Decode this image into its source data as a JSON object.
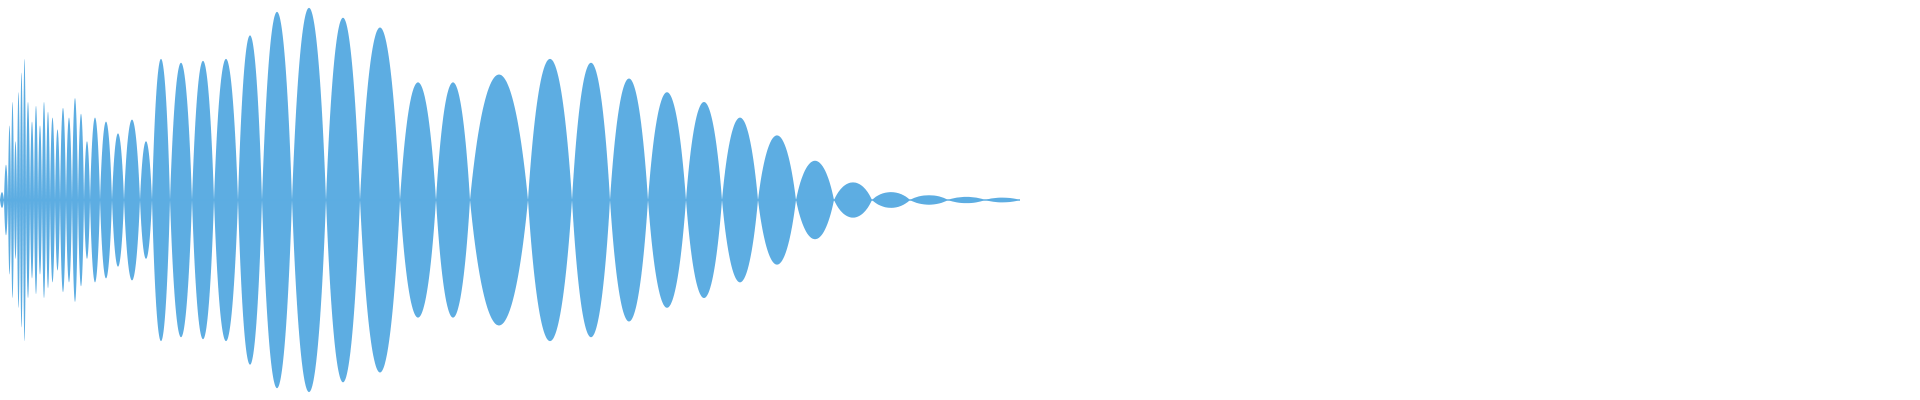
{
  "waveform": {
    "color": "#5DADE2",
    "background": "#ffffff",
    "envelope": [
      [
        0,
        0.02
      ],
      [
        5,
        0.06
      ],
      [
        12,
        0.25
      ],
      [
        20,
        0.55
      ],
      [
        25,
        0.72
      ],
      [
        32,
        0.55
      ],
      [
        40,
        0.5
      ],
      [
        50,
        0.45
      ],
      [
        60,
        0.55
      ],
      [
        70,
        0.45
      ],
      [
        80,
        0.48
      ],
      [
        90,
        0.4
      ],
      [
        100,
        0.44
      ],
      [
        110,
        0.4
      ],
      [
        120,
        0.42
      ],
      [
        130,
        0.41
      ],
      [
        140,
        0.4
      ],
      [
        150,
        0.46
      ],
      [
        160,
        0.72
      ],
      [
        170,
        0.68
      ],
      [
        180,
        0.73
      ],
      [
        190,
        0.74
      ],
      [
        200,
        0.75
      ],
      [
        210,
        0.73
      ],
      [
        220,
        0.78
      ],
      [
        230,
        0.85
      ],
      [
        240,
        0.92
      ],
      [
        250,
        0.96
      ],
      [
        260,
        0.92
      ],
      [
        270,
        0.97
      ],
      [
        280,
        0.99
      ],
      [
        290,
        0.98
      ],
      [
        300,
        0.97
      ],
      [
        310,
        0.96
      ],
      [
        320,
        0.97
      ],
      [
        330,
        0.93
      ],
      [
        340,
        0.9
      ],
      [
        350,
        0.88
      ],
      [
        360,
        0.82
      ],
      [
        370,
        0.78
      ],
      [
        380,
        0.75
      ],
      [
        390,
        0.7
      ],
      [
        400,
        0.62
      ],
      [
        410,
        0.6
      ],
      [
        420,
        0.58
      ],
      [
        430,
        0.56
      ],
      [
        440,
        0.7
      ],
      [
        450,
        0.72
      ],
      [
        460,
        0.68
      ],
      [
        470,
        0.7
      ],
      [
        480,
        0.68
      ],
      [
        490,
        0.65
      ],
      [
        500,
        0.6
      ],
      [
        510,
        0.63
      ],
      [
        520,
        0.6
      ],
      [
        530,
        0.58
      ],
      [
        540,
        0.55
      ],
      [
        550,
        0.56
      ],
      [
        560,
        0.54
      ],
      [
        570,
        0.52
      ],
      [
        580,
        0.5
      ],
      [
        590,
        0.47
      ],
      [
        600,
        0.45
      ],
      [
        610,
        0.43
      ],
      [
        620,
        0.41
      ],
      [
        630,
        0.39
      ],
      [
        640,
        0.35
      ],
      [
        650,
        0.32
      ],
      [
        660,
        0.28
      ],
      [
        670,
        0.25
      ],
      [
        680,
        0.22
      ],
      [
        690,
        0.2
      ],
      [
        700,
        0.17
      ],
      [
        720,
        0.14
      ],
      [
        740,
        0.11
      ],
      [
        760,
        0.09
      ],
      [
        780,
        0.07
      ],
      [
        800,
        0.055
      ],
      [
        820,
        0.05
      ],
      [
        840,
        0.045
      ],
      [
        860,
        0.04
      ],
      [
        880,
        0.035
      ],
      [
        900,
        0.03
      ],
      [
        920,
        0.025
      ],
      [
        940,
        0.02
      ],
      [
        960,
        0.017
      ],
      [
        980,
        0.015
      ],
      [
        1000,
        0.013
      ],
      [
        1020,
        0.01
      ]
    ],
    "cycles": [
      [
        0,
        4,
        0.04
      ],
      [
        4,
        8,
        0.18
      ],
      [
        8,
        11,
        0.38
      ],
      [
        11,
        14,
        0.5
      ],
      [
        14,
        17,
        0.3
      ],
      [
        17,
        20,
        0.55
      ],
      [
        20,
        23,
        0.65
      ],
      [
        23,
        26,
        0.72
      ],
      [
        26,
        30,
        0.5
      ],
      [
        30,
        34,
        0.4
      ],
      [
        34,
        38,
        0.48
      ],
      [
        38,
        42,
        0.38
      ],
      [
        42,
        46,
        0.5
      ],
      [
        46,
        50,
        0.45
      ],
      [
        50,
        55,
        0.42
      ],
      [
        55,
        60,
        0.36
      ],
      [
        60,
        66,
        0.47
      ],
      [
        66,
        72,
        0.42
      ],
      [
        72,
        78,
        0.52
      ],
      [
        78,
        84,
        0.44
      ],
      [
        84,
        90,
        0.3
      ],
      [
        90,
        100,
        0.42
      ],
      [
        100,
        112,
        0.4
      ],
      [
        112,
        124,
        0.34
      ],
      [
        124,
        140,
        0.41
      ],
      [
        140,
        152,
        0.3
      ],
      [
        152,
        170,
        0.72
      ],
      [
        170,
        192,
        0.7
      ],
      [
        192,
        214,
        0.71
      ],
      [
        214,
        238,
        0.72
      ],
      [
        238,
        262,
        0.84
      ],
      [
        262,
        292,
        0.96
      ],
      [
        292,
        326,
        0.98
      ],
      [
        326,
        360,
        0.93
      ],
      [
        360,
        400,
        0.88
      ],
      [
        400,
        436,
        0.6
      ],
      [
        436,
        470,
        0.6
      ],
      [
        470,
        528,
        0.64
      ],
      [
        528,
        572,
        0.72
      ],
      [
        572,
        610,
        0.7
      ],
      [
        610,
        648,
        0.62
      ],
      [
        648,
        686,
        0.55
      ],
      [
        686,
        722,
        0.5
      ],
      [
        722,
        758,
        0.42
      ],
      [
        758,
        796,
        0.33
      ],
      [
        796,
        834,
        0.2
      ],
      [
        834,
        872,
        0.09
      ],
      [
        872,
        910,
        0.04
      ],
      [
        910,
        948,
        0.024
      ],
      [
        948,
        985,
        0.016
      ],
      [
        985,
        1020,
        0.012
      ]
    ]
  }
}
